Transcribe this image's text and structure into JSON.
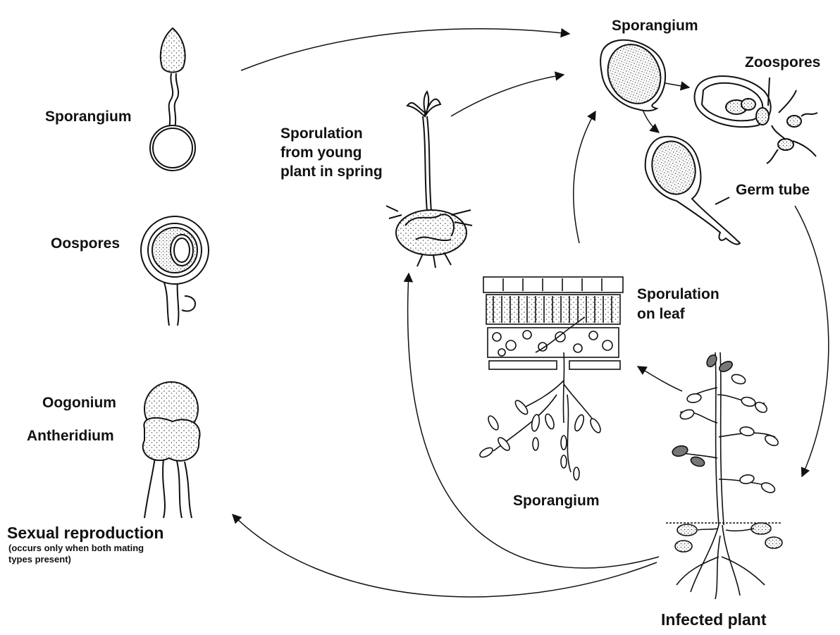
{
  "labels": {
    "sporangium_left": "Sporangium",
    "oospores": "Oospores",
    "oogonium": "Oogonium",
    "antheridium": "Antheridium",
    "sexual_reproduction": "Sexual reproduction",
    "sexual_note_line1": "(occurs only when both mating",
    "sexual_note_line2": "types present)",
    "sporulation_young_line1": "Sporulation",
    "sporulation_young_line2": "from young",
    "sporulation_young_line3": "plant in spring",
    "sporangium_top": "Sporangium",
    "zoospores": "Zoospores",
    "germ_tube": "Germ tube",
    "sporulation_leaf_line1": "Sporulation",
    "sporulation_leaf_line2": "on leaf",
    "sporangium_bottom": "Sporangium",
    "infected_plant": "Infected plant"
  },
  "colors": {
    "ink": "#111111",
    "paper": "#ffffff",
    "shade": "#d9d9d9"
  }
}
